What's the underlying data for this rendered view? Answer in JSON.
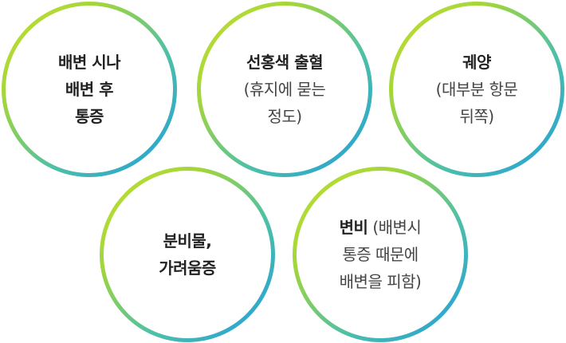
{
  "circles": [
    {
      "lines": [
        {
          "bold": "배변 시나"
        },
        {
          "bold": "배변 후"
        },
        {
          "bold": "통증"
        }
      ]
    },
    {
      "lines": [
        {
          "bold": "선홍색 출혈"
        },
        {
          "normal": "(휴지에 묻는"
        },
        {
          "normal": "정도)"
        }
      ]
    },
    {
      "lines": [
        {
          "bold": "궤양"
        },
        {
          "normal": "(대부분 항문"
        },
        {
          "normal": "뒤쪽)"
        }
      ]
    },
    {
      "lines": [
        {
          "bold": "분비물,"
        },
        {
          "bold": "가려움증"
        }
      ]
    },
    {
      "lines": [
        {
          "bold": "변비",
          "normal": " (배변시"
        },
        {
          "normal": "통증 때문에"
        },
        {
          "normal": "배변을 피함)"
        }
      ]
    }
  ],
  "colors": {
    "ring_start": "#c9e02a",
    "ring_mid": "#4fc0a6",
    "ring_end": "#1f9be0",
    "text": "#333333"
  }
}
